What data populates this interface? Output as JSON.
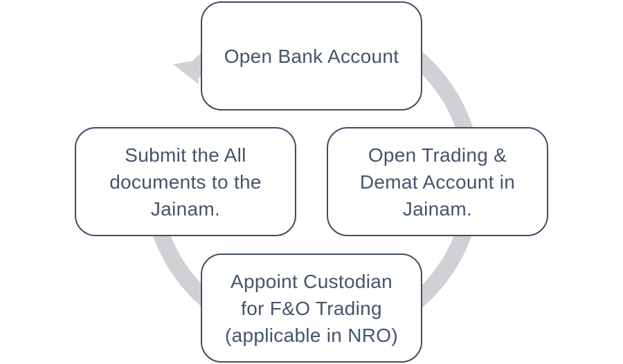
{
  "diagram": {
    "type": "cycle",
    "colors": {
      "box_border": "#3d4c60",
      "text": "#44546a",
      "ring": "#d0d1d4",
      "background": "#ffffff"
    },
    "steps": [
      {
        "id": "top",
        "label": "Open Bank Account"
      },
      {
        "id": "right",
        "label": "Open Trading &\nDemat Account in\nJainam."
      },
      {
        "id": "bottom",
        "label": "Appoint Custodian\nfor F&O Trading\n(applicable in NRO)"
      },
      {
        "id": "left",
        "label": "Submit the All\ndocuments to the\nJainam."
      }
    ],
    "flow_direction": "clockwise"
  }
}
